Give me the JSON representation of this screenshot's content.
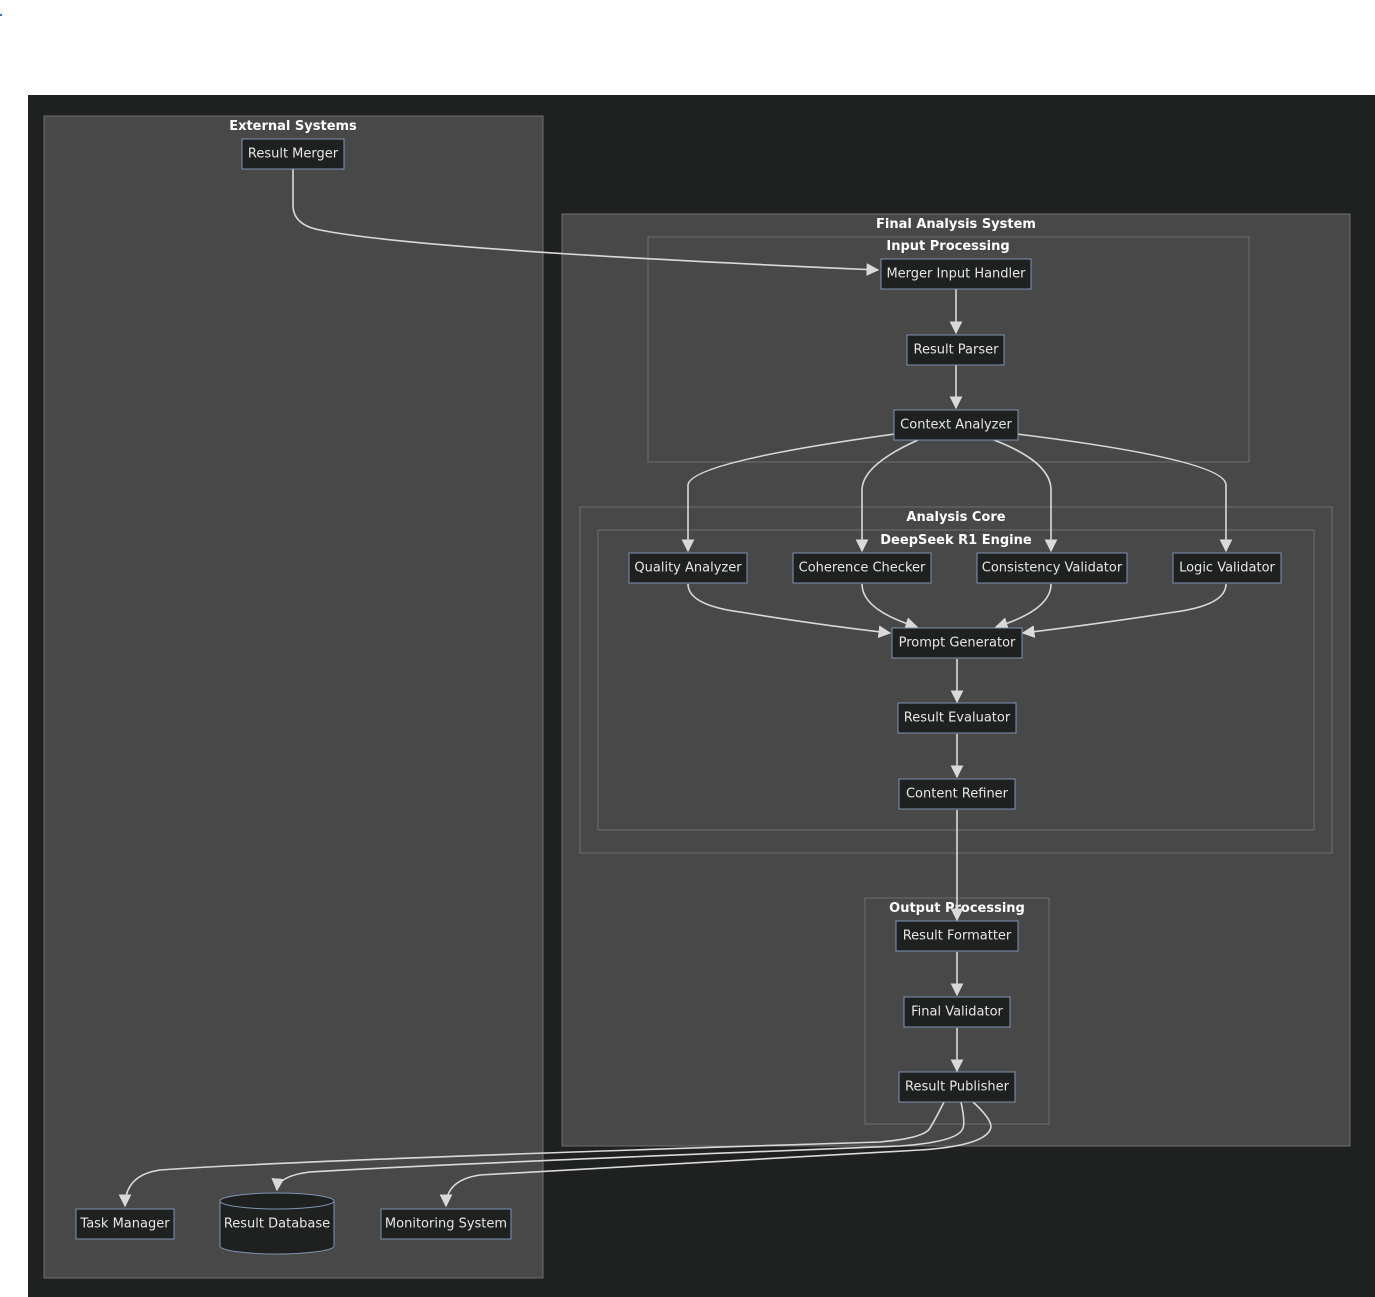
{
  "colors": {
    "background": "#1f2020",
    "cluster_fill": "#474847",
    "cluster_stroke": "#6e6e6e",
    "node_fill": "#1f2020",
    "node_stroke": "#7c95b5",
    "edge": "#d9d9d9",
    "text": "#e6e6e6"
  },
  "clusters": {
    "external": "External Systems",
    "final": "Final Analysis System",
    "input": "Input Processing",
    "core": "Analysis Core",
    "engine": "DeepSeek R1 Engine",
    "output": "Output Processing"
  },
  "nodes": {
    "result_merger": "Result Merger",
    "merger_input_handler": "Merger Input Handler",
    "result_parser": "Result Parser",
    "context_analyzer": "Context Analyzer",
    "quality_analyzer": "Quality Analyzer",
    "coherence_checker": "Coherence Checker",
    "consistency_validator": "Consistency Validator",
    "logic_validator": "Logic Validator",
    "prompt_generator": "Prompt Generator",
    "result_evaluator": "Result Evaluator",
    "content_refiner": "Content Refiner",
    "result_formatter": "Result Formatter",
    "final_validator": "Final Validator",
    "result_publisher": "Result Publisher",
    "task_manager": "Task Manager",
    "result_database": "Result Database",
    "monitoring_system": "Monitoring System"
  },
  "edges": [
    [
      "result_merger",
      "merger_input_handler"
    ],
    [
      "merger_input_handler",
      "result_parser"
    ],
    [
      "result_parser",
      "context_analyzer"
    ],
    [
      "context_analyzer",
      "quality_analyzer"
    ],
    [
      "context_analyzer",
      "coherence_checker"
    ],
    [
      "context_analyzer",
      "consistency_validator"
    ],
    [
      "context_analyzer",
      "logic_validator"
    ],
    [
      "quality_analyzer",
      "prompt_generator"
    ],
    [
      "coherence_checker",
      "prompt_generator"
    ],
    [
      "consistency_validator",
      "prompt_generator"
    ],
    [
      "logic_validator",
      "prompt_generator"
    ],
    [
      "prompt_generator",
      "result_evaluator"
    ],
    [
      "result_evaluator",
      "content_refiner"
    ],
    [
      "content_refiner",
      "result_formatter"
    ],
    [
      "result_formatter",
      "final_validator"
    ],
    [
      "final_validator",
      "result_publisher"
    ],
    [
      "result_publisher",
      "task_manager"
    ],
    [
      "result_publisher",
      "result_database"
    ],
    [
      "result_publisher",
      "monitoring_system"
    ]
  ]
}
